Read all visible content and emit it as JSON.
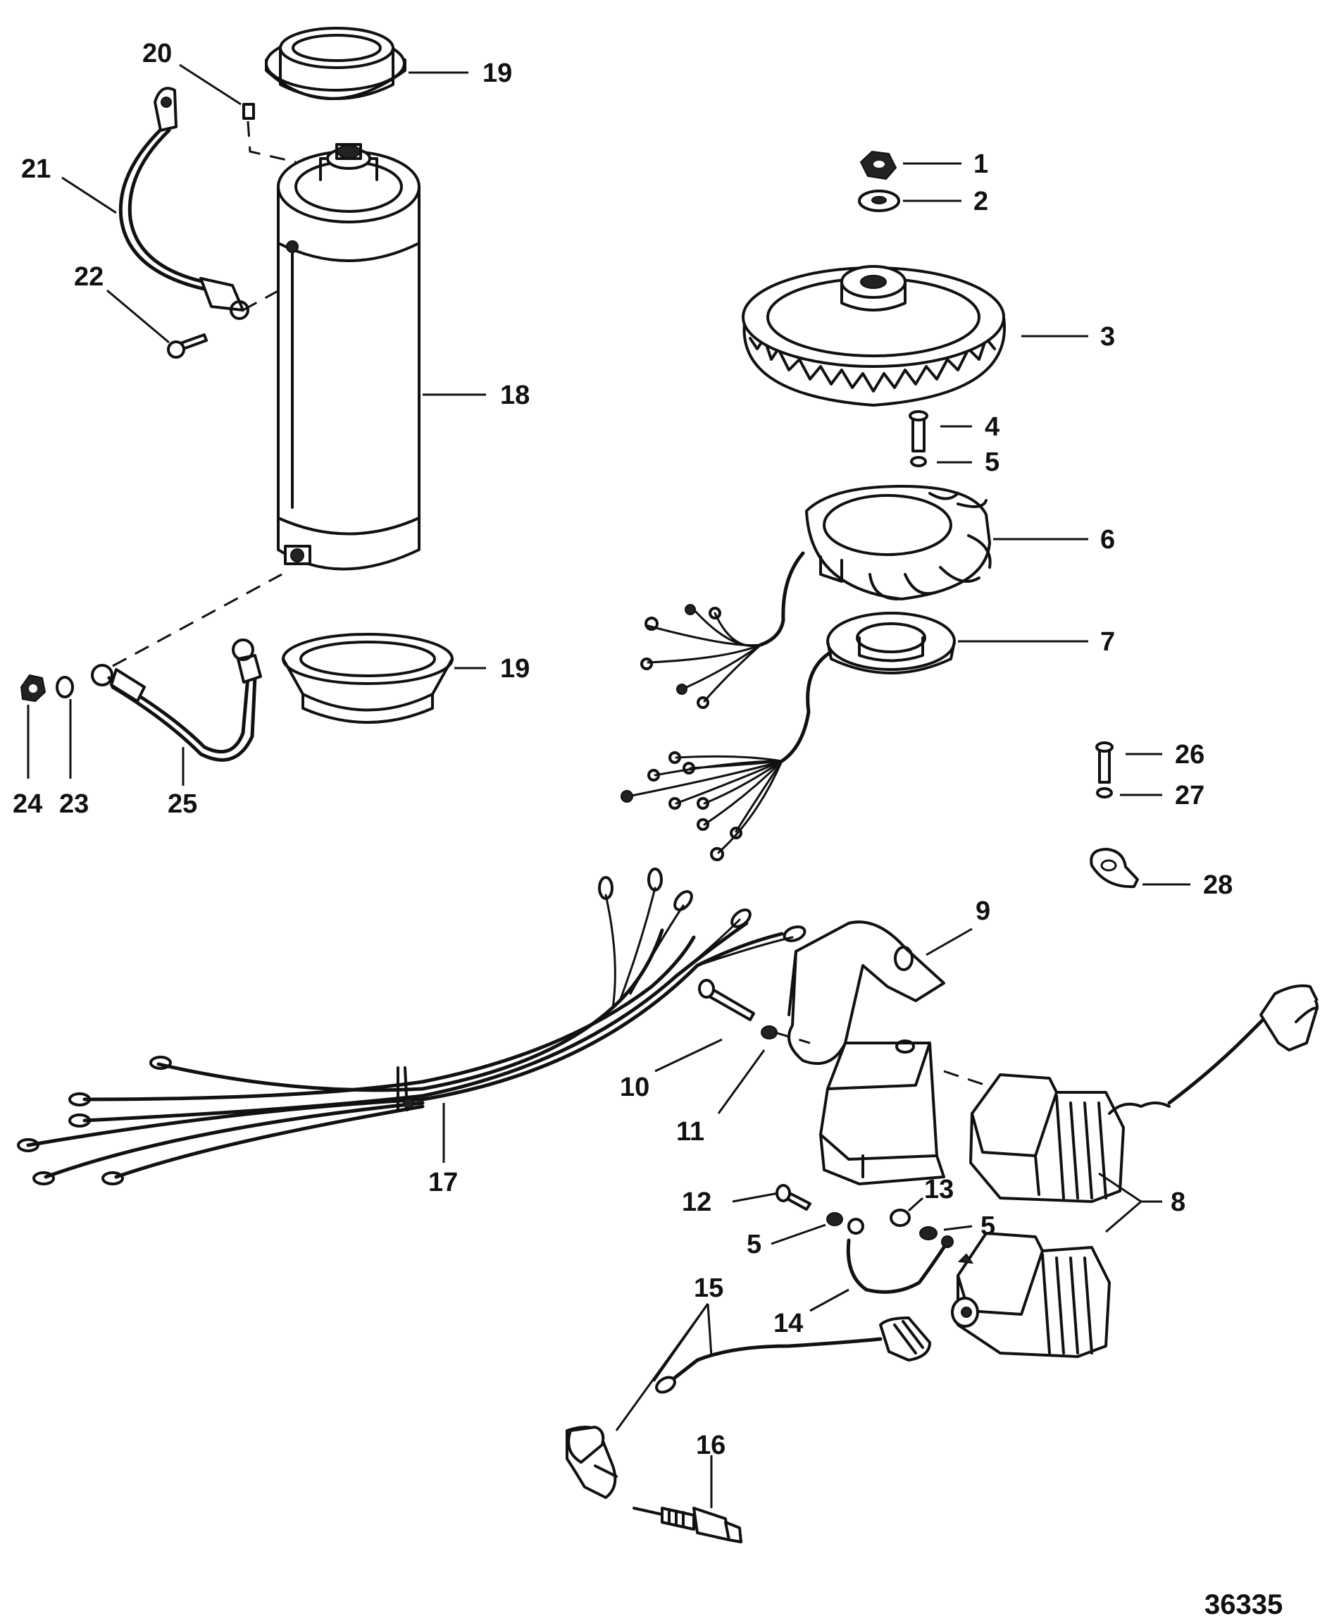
{
  "diagram": {
    "drawing_number": "36335",
    "callouts": {
      "c1": "1",
      "c2": "2",
      "c3": "3",
      "c4": "4",
      "c5a": "5",
      "c5b": "5",
      "c5c": "5",
      "c6": "6",
      "c7": "7",
      "c8": "8",
      "c9": "9",
      "c10": "10",
      "c11": "11",
      "c12": "12",
      "c13": "13",
      "c14": "14",
      "c15": "15",
      "c16": "16",
      "c17": "17",
      "c18": "18",
      "c19a": "19",
      "c19b": "19",
      "c20": "20",
      "c21": "21",
      "c22": "22",
      "c23": "23",
      "c24": "24",
      "c25": "25",
      "c26": "26",
      "c27": "27",
      "c28": "28"
    }
  }
}
